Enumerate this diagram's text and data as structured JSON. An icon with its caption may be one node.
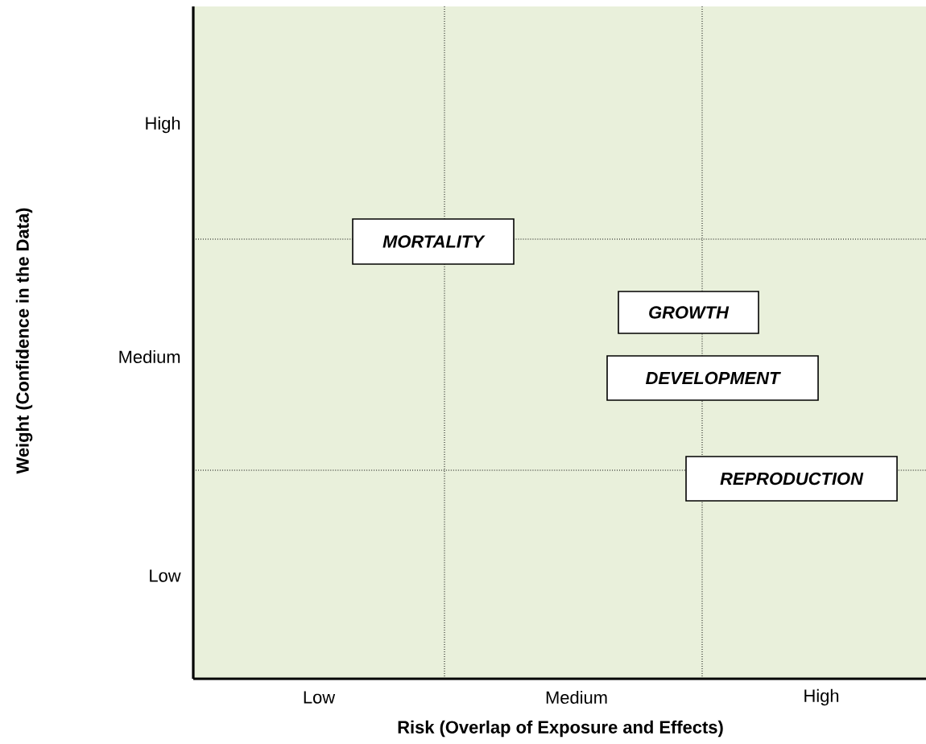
{
  "diagram": {
    "nodes": [
      {
        "text": [
          "MORTALITY"
        ]
      },
      {
        "text": [
          "GROWTH"
        ]
      },
      {
        "text": [
          "DEVELOPMENT"
        ]
      },
      {
        "text": [
          "REPRODUCTION"
        ]
      }
    ],
    "labels": [
      "High",
      "Medium",
      "Low",
      "Weight (Confidence in the Data)",
      "Low",
      "Medium",
      "High",
      "Risk (Overlap of Exposure and Effects)"
    ]
  }
}
